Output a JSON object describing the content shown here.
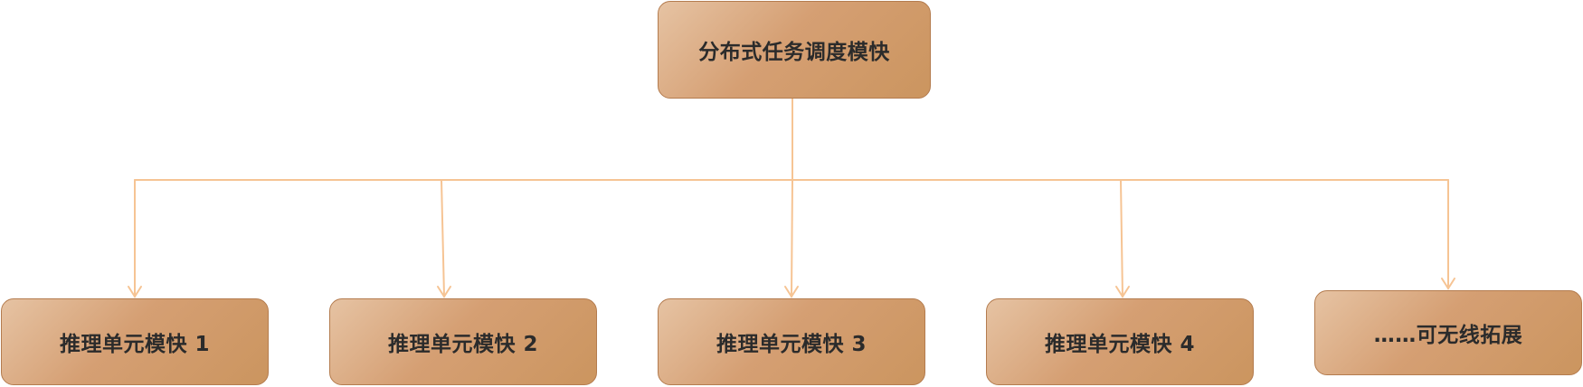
{
  "diagram": {
    "root": {
      "label": "分布式任务调度模快"
    },
    "children": [
      {
        "label": "推理单元模快 1"
      },
      {
        "label": "推理单元模快 2"
      },
      {
        "label": "推理单元模快 3"
      },
      {
        "label": "推理单元模快 4"
      },
      {
        "label": "……可无线拓展"
      }
    ],
    "colors": {
      "node_fill_start": "#e6c3a3",
      "node_fill_end": "#cb955f",
      "node_border": "#b47c4f",
      "connector": "#f6c494",
      "text": "#2b2b2b"
    }
  }
}
